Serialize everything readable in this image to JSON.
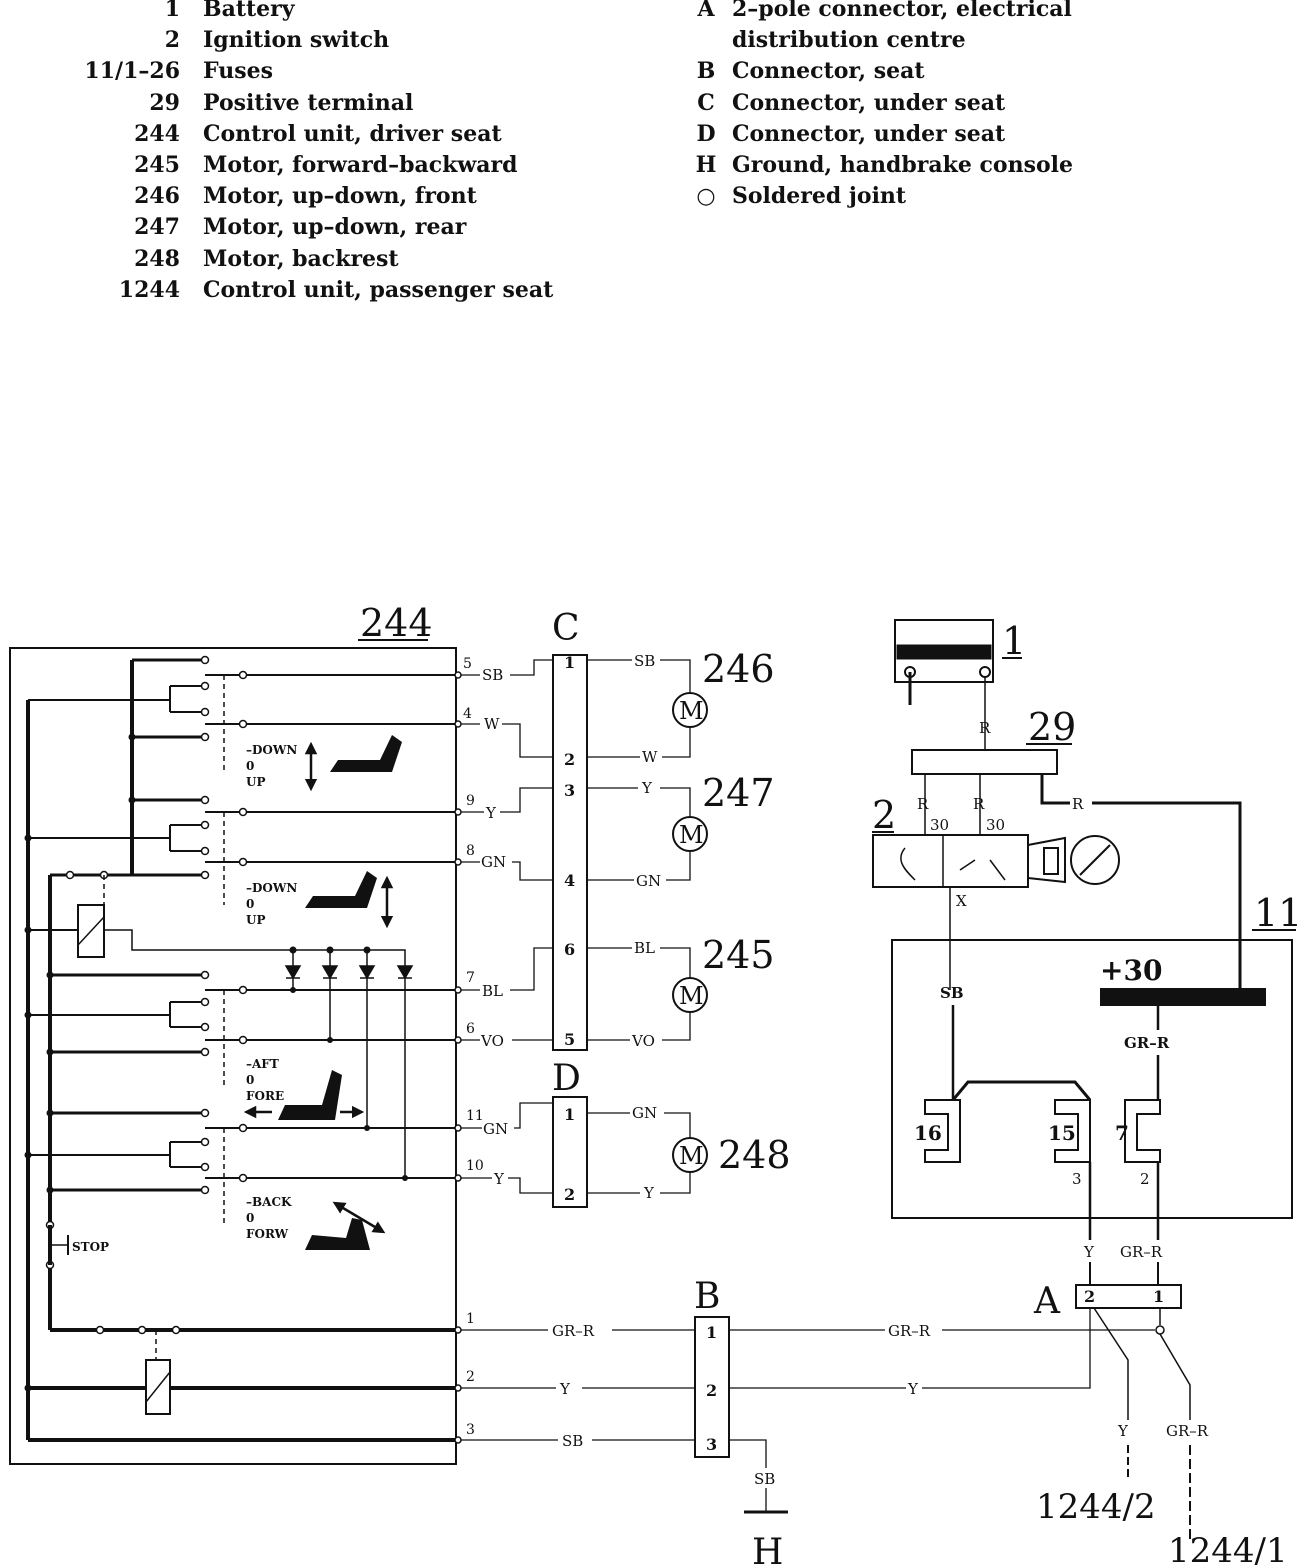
{
  "legend_left": [
    {
      "code": "1",
      "desc": "Battery"
    },
    {
      "code": "2",
      "desc": "Ignition switch"
    },
    {
      "code": "11/1–26",
      "desc": "Fuses"
    },
    {
      "code": "29",
      "desc": "Positive terminal"
    },
    {
      "code": "244",
      "desc": "Control unit, driver seat"
    },
    {
      "code": "245",
      "desc": "Motor, forward–backward"
    },
    {
      "code": "246",
      "desc": "Motor, up–down, front"
    },
    {
      "code": "247",
      "desc": "Motor, up–down, rear"
    },
    {
      "code": "248",
      "desc": "Motor, backrest"
    },
    {
      "code": "1244",
      "desc": "Control unit, passenger seat"
    }
  ],
  "legend_right": [
    {
      "code": "A",
      "desc": "2–pole connector, electrical"
    },
    {
      "code": "",
      "desc": "distribution centre"
    },
    {
      "code": "B",
      "desc": "Connector, seat"
    },
    {
      "code": "C",
      "desc": "Connector, under seat"
    },
    {
      "code": "D",
      "desc": "Connector, under seat"
    },
    {
      "code": "H",
      "desc": "Ground, handbrake console"
    },
    {
      "code": "○",
      "desc": "Soldered joint"
    }
  ],
  "components": {
    "cu_driver": "244",
    "conn_c": "C",
    "conn_d": "D",
    "conn_b": "B",
    "conn_a": "A",
    "ground_h": "H",
    "battery": "1",
    "ignition": "2",
    "pos_terminal": "29",
    "fusebox": "11",
    "m246": "246",
    "m247": "247",
    "m245": "245",
    "m248": "248",
    "out_1244_2": "1244/2",
    "out_1244_1": "1244/1",
    "motor_symbol": "M"
  },
  "cu_pins": {
    "p5": "5",
    "p4": "4",
    "p9": "9",
    "p8": "8",
    "p7": "7",
    "p6": "6",
    "p11": "11",
    "p10": "10",
    "p1": "1",
    "p2": "2",
    "p3": "3"
  },
  "cu_wires": {
    "p5": "SB",
    "p4": "W",
    "p9": "Y",
    "p8": "GN",
    "p7": "BL",
    "p6": "VO",
    "p11": "GN",
    "p10": "Y",
    "p1": "GR–R",
    "p2": "Y",
    "p3": "SB"
  },
  "conn_c_pins": [
    "1",
    "2",
    "3",
    "4",
    "6",
    "5"
  ],
  "conn_d_pins": [
    "1",
    "2"
  ],
  "conn_b_pins": [
    "1",
    "2",
    "3"
  ],
  "motor_wires": {
    "m246_a": "SB",
    "m246_b": "W",
    "m247_a": "Y",
    "m247_b": "GN",
    "m245_a": "BL",
    "m245_b": "VO",
    "m248_a": "GN",
    "m248_b": "Y"
  },
  "switch_labels": {
    "s1": [
      "–DOWN",
      "0",
      "UP"
    ],
    "s2": [
      "–DOWN",
      "0",
      "UP"
    ],
    "s3": [
      "–AFT",
      "0",
      "FORE"
    ],
    "s4": [
      "–BACK",
      "0",
      "FORW"
    ],
    "stop": "STOP"
  },
  "right_side": {
    "r1": "R",
    "r2": "R",
    "r3": "R",
    "r4": "R",
    "t30a": "30",
    "t30b": "30",
    "x": "X",
    "plus30": "+30",
    "fb_sb": "SB",
    "fb_grr": "GR–R",
    "fuse16": "16",
    "fuse15": "15",
    "fuse7": "7",
    "pin3": "3",
    "pin2": "2",
    "a_y": "Y",
    "a_grr": "GR–R",
    "a_pin2": "2",
    "a_pin1": "1",
    "b_grr_mid": "GR–R",
    "b_y_mid": "Y",
    "b_sb": "SB",
    "h_sb": "SB",
    "out_y": "Y",
    "out_grr": "GR–R"
  }
}
